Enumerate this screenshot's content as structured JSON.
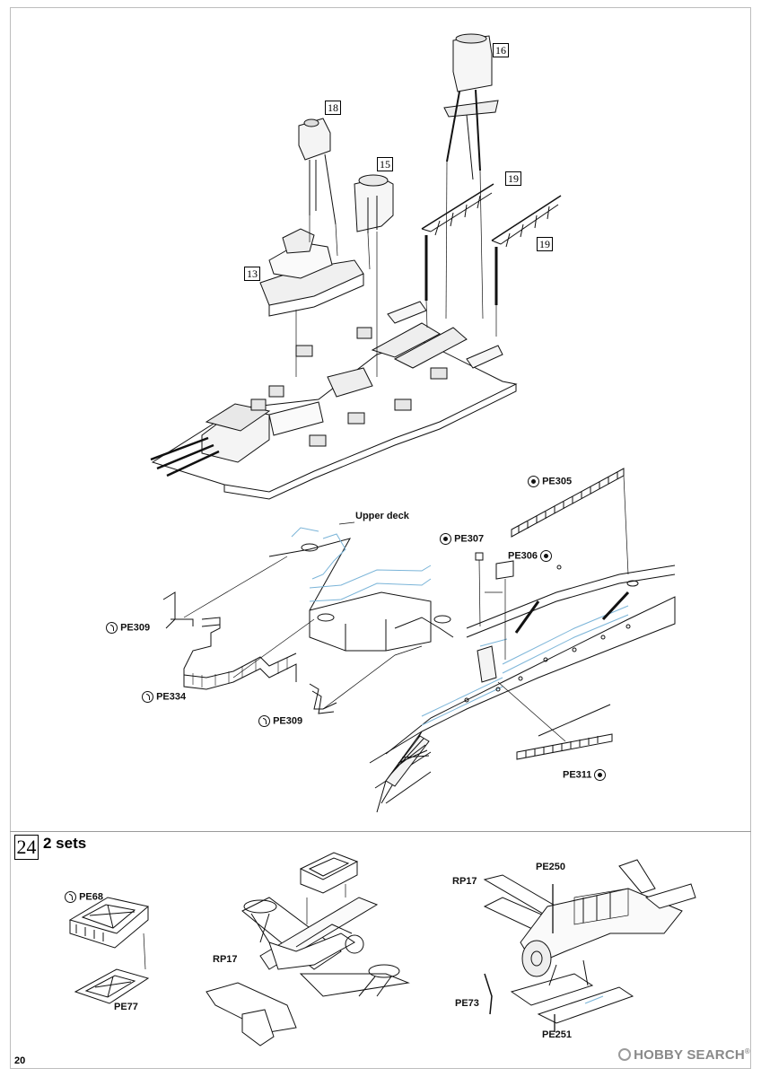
{
  "refs": {
    "r18": "18",
    "r16": "16",
    "r15": "15",
    "r19a": "19",
    "r19b": "19",
    "r13": "13"
  },
  "labels": {
    "upper_deck": "Upper deck",
    "pe305": "PE305",
    "pe307": "PE307",
    "pe306": "PE306",
    "pe309a": "PE309",
    "pe334": "PE334",
    "pe309b": "PE309",
    "pe311": "PE311",
    "pe68": "PE68",
    "pe77": "PE77",
    "rp17a": "RP17",
    "pe250": "PE250",
    "rp17b": "RP17",
    "pe73": "PE73",
    "pe251": "PE251"
  },
  "step": {
    "number": "24",
    "text": "2 sets"
  },
  "page_number": "20",
  "watermark": {
    "text": "HOBBY SEARCH",
    "mark": "®"
  },
  "colors": {
    "ink": "#111111",
    "blue_rail": "#7ab4d8",
    "gray_line": "#9a9a9a"
  }
}
